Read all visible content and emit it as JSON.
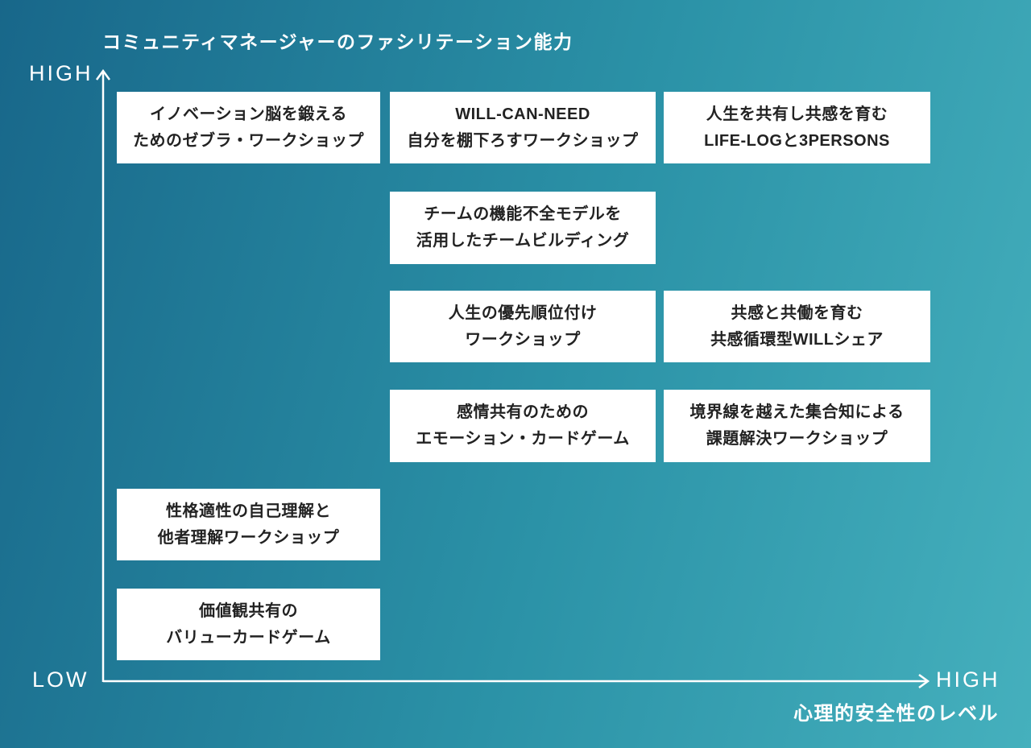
{
  "title": "コミュニティマネージャーのファシリテーション能力",
  "axes": {
    "y_high_label": "HIGH",
    "origin_low_label": "LOW",
    "x_high_label": "HIGH",
    "x_axis_title": "心理的安全性のレベル"
  },
  "colors": {
    "background_left": "#18678a",
    "background_right": "#45b0bd",
    "box_background": "#ffffff",
    "box_text": "#222222",
    "axis_line": "#ffffff"
  },
  "boxes": [
    {
      "lines": [
        "イノベーション脳を鍛える",
        "ためのゼブラ・ワークショップ"
      ]
    },
    {
      "lines": [
        "WILL-CAN-NEED",
        "自分を棚下ろすワークショップ"
      ]
    },
    {
      "lines": [
        "人生を共有し共感を育む",
        "LIFE-LOGと3PERSONS"
      ]
    },
    {
      "lines": [
        "チームの機能不全モデルを",
        "活用したチームビルディング"
      ]
    },
    {
      "lines": [
        "人生の優先順位付け",
        "ワークショップ"
      ]
    },
    {
      "lines": [
        "共感と共働を育む",
        "共感循環型WILLシェア"
      ]
    },
    {
      "lines": [
        "感情共有のための",
        "エモーション・カードゲーム"
      ]
    },
    {
      "lines": [
        "境界線を越えた集合知による",
        "課題解決ワークショップ"
      ]
    },
    {
      "lines": [
        "性格適性の自己理解と",
        "他者理解ワークショップ"
      ]
    },
    {
      "lines": [
        "価値観共有の",
        "バリューカードゲーム"
      ]
    }
  ]
}
